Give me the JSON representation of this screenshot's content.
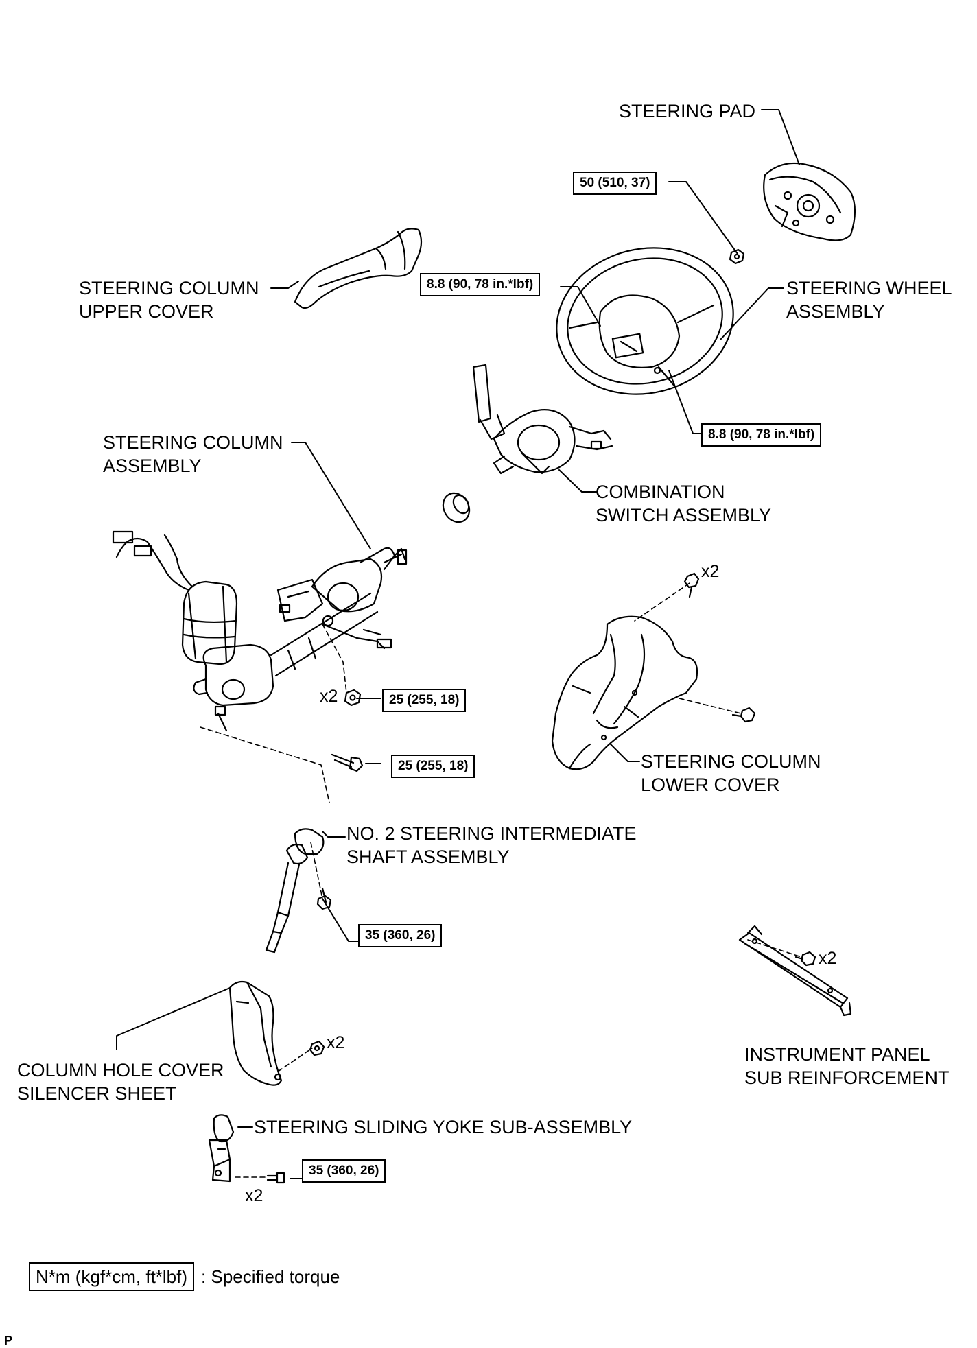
{
  "labels": {
    "steering_pad": [
      "STEERING PAD"
    ],
    "steering_wheel": [
      "STEERING WHEEL",
      "ASSEMBLY"
    ],
    "upper_cover": [
      "STEERING COLUMN",
      "UPPER COVER"
    ],
    "column_assembly": [
      "STEERING COLUMN",
      "ASSEMBLY"
    ],
    "combination_switch": [
      "COMBINATION",
      "SWITCH ASSEMBLY"
    ],
    "lower_cover": [
      "STEERING COLUMN",
      "LOWER COVER"
    ],
    "intermediate_shaft": [
      "NO. 2 STEERING INTERMEDIATE",
      "SHAFT ASSEMBLY"
    ],
    "hole_cover": [
      "COLUMN HOLE COVER",
      "SILENCER SHEET"
    ],
    "sliding_yoke": [
      "STEERING SLIDING YOKE SUB-ASSEMBLY"
    ],
    "panel_reinforcement": [
      "INSTRUMENT PANEL",
      "SUB REINFORCEMENT"
    ]
  },
  "torques": {
    "wheel_nut": "50 (510, 37)",
    "pad_screw_left": "8.8 (90, 78 in.*lbf)",
    "pad_screw_right": "8.8 (90, 78 in.*lbf)",
    "column_nut": "25 (255, 18)",
    "column_bolt": "25 (255, 18)",
    "shaft_bolt": "35 (360, 26)",
    "yoke_bolt": "35 (360, 26)"
  },
  "quantities": {
    "lower_cover_screw": "x2",
    "column_nut": "x2",
    "panel_bolt": "x2",
    "hole_cover_clip": "x2",
    "yoke_bolt": "x2"
  },
  "legend": {
    "box": "N*m (kgf*cm, ft*lbf)",
    "text": ": Specified torque"
  },
  "corner_mark": "P"
}
